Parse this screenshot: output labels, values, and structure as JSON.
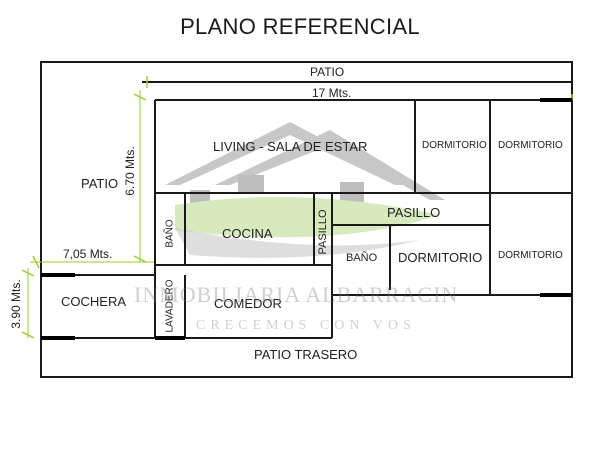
{
  "header": {
    "title": "PLANO REFERENCIAL"
  },
  "rooms": {
    "patio_top": "PATIO",
    "living": "LIVING - SALA DE ESTAR",
    "dormitorio_1": "DORMITORIO",
    "dormitorio_2": "DORMITORIO",
    "patio_left": "PATIO",
    "bano_1": "BAÑO",
    "cocina": "COCINA",
    "pasillo_vertical": "PASILLO",
    "pasillo_horizontal": "PASILLO",
    "bano_2": "BAÑO",
    "dormitorio_3": "DORMITORIO",
    "dormitorio_4": "DORMITORIO",
    "cochera": "COCHERA",
    "lavadero": "LAVADERO",
    "comedor": "COMEDOR",
    "patio_trasero": "PATIO TRASERO"
  },
  "dimensions": {
    "width": "17 Mts.",
    "depth": "6.70 Mts.",
    "garage_width": "7,05 Mts.",
    "garage_depth": "3.90 Mts."
  },
  "watermark": {
    "brand": "INMOBILIARIA ALBARRACIN",
    "slogan": "CRECEMOS CON VOS"
  },
  "colors": {
    "line": "#1a1a1a",
    "dim_line": "#9acd32",
    "logo_green": "#b5d98a",
    "logo_gray": "#9a9a9a"
  }
}
